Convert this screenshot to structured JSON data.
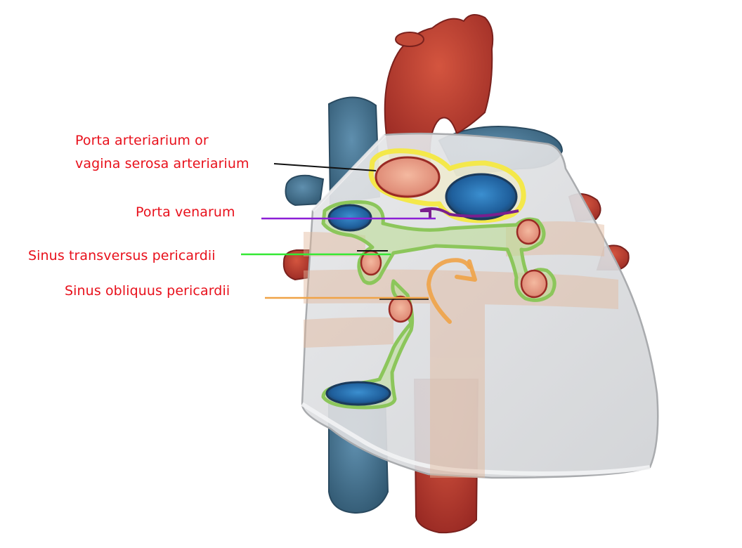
{
  "labels": {
    "porta_arteriarium_line1": "Porta arteriarium or",
    "porta_arteriarium_line2": "vagina serosa arteriarium",
    "porta_venarum": "Porta venarum",
    "sinus_transversus": "Sinus transversus pericardii",
    "sinus_obliquus": "Sinus obliquus pericardii"
  },
  "colors": {
    "label_text": "#e8101b",
    "artery_red": "#b8332b",
    "vein_blue": "#3f6f8e",
    "pericardium": "#d9dadb",
    "porta_arteriarium_outline": "#f4e84a",
    "porta_venarum_outline": "#7a1f8e",
    "sinus_transversus": "#8cc65b",
    "sinus_obliquus_arrow": "#f0a347",
    "pointer_black": "#111111"
  }
}
